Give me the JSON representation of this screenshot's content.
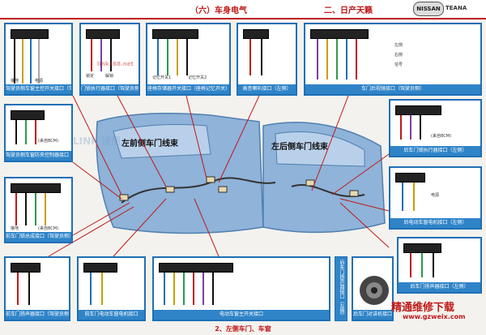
{
  "header": {
    "section_left": "（六）车身电气",
    "section_right": "二、日产天籁",
    "brand_logo": "NISSAN",
    "brand_model": "TEANA"
  },
  "harness": {
    "left_front": "左前侧车门线束",
    "left_rear": "左后侧车门线束"
  },
  "panels": {
    "p1": "驾驶员侧车窗主控开关接口（驾驶员侧）",
    "p2": "门锁执行器接口（驾驶员侧）",
    "p3": "座椅存储器开关接口（座椅记忆开关）",
    "p4": "高音喇叭接口（左侧）",
    "p5": "车门后视镜接口（驾驶员侧）",
    "p6": "驾驶员侧车窗防夹控制器接口（驾驶员侧）",
    "p7": "后车门锁执行器接口（左侧）",
    "p8": "前车门锁总成接口（驾驶员侧）",
    "p9": "后电动车窗电机接口（左侧）",
    "p10": "前车门扬声器接口（驾驶员侧）",
    "p11": "前车门电动车窗电机接口",
    "p12": "电动车窗主开关接口",
    "p13": "后车门对讲机接口（左侧）",
    "p14": "后车门扬声器接口（左侧）",
    "vertical": "后车门扬声器接口（左侧）"
  },
  "pin_labels": {
    "ground": "接地",
    "lock": "锁定",
    "unlock": "解锁",
    "memory1": "记忆开关1",
    "memory2": "记忆开关2",
    "bcm": "(来自BCM)",
    "left": "左侧",
    "right": "右侧",
    "power": "电源",
    "signal": "信号"
  },
  "footer": {
    "caption": "2、左侧车门、车窗"
  },
  "watermarks": {
    "w1": "精通维修下载",
    "w2": "www.gzweix.com",
    "w3": "LINK 凌凯",
    "w4": "link168.net"
  },
  "colors": {
    "accent": "#c01818",
    "panel_border": "#1e6fb5",
    "caption_bg": "#2f84c8"
  }
}
